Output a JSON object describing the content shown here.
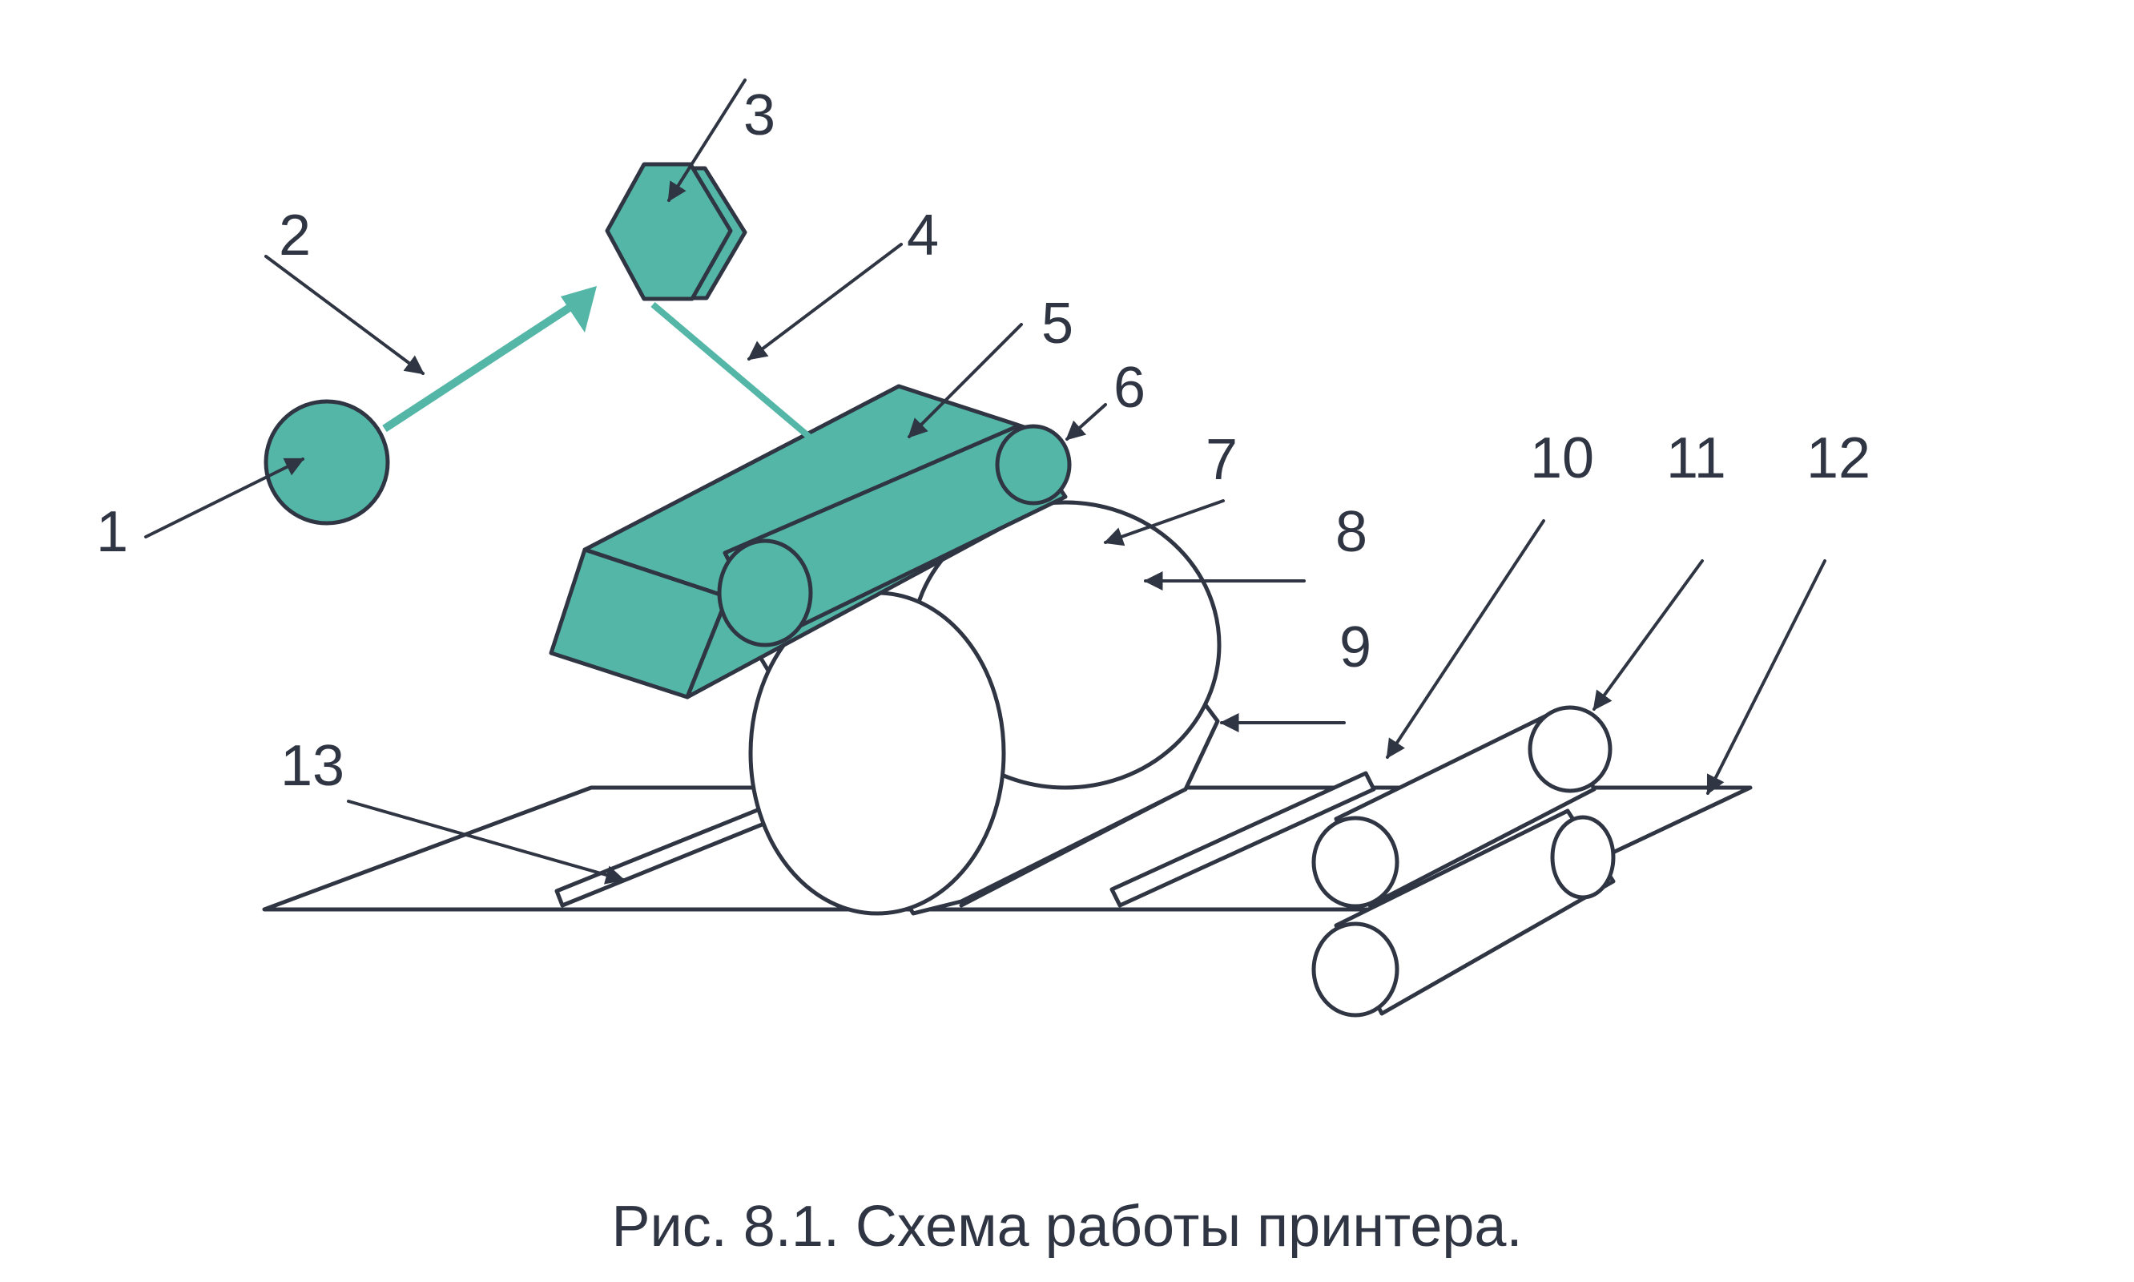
{
  "caption": "Рис. 8.1. Схема работы принтера.",
  "colors": {
    "accent": "#54b6a6",
    "outline": "#2f3542",
    "background": "#ffffff"
  },
  "labels": {
    "l1": "1",
    "l2": "2",
    "l3": "3",
    "l4": "4",
    "l5": "5",
    "l6": "6",
    "l7": "7",
    "l8": "8",
    "l9": "9",
    "l10": "10",
    "l11": "11",
    "l12": "12",
    "l13": "13"
  }
}
